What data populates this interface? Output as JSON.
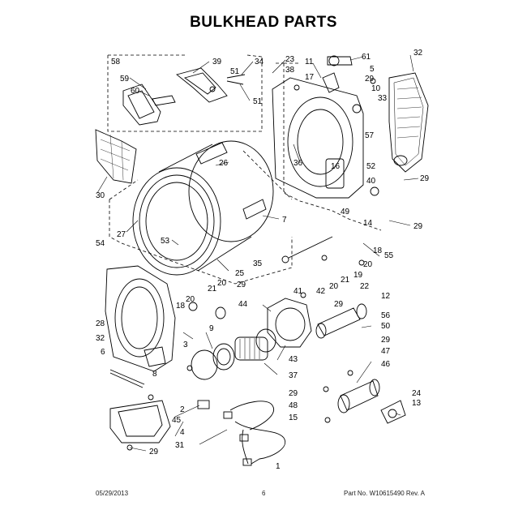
{
  "page": {
    "title": "BULKHEAD PARTS",
    "date": "05/29/2013",
    "page_number": "6",
    "part_no": "Part No. W10615490  Rev. A"
  },
  "callouts": [
    {
      "id": "c58",
      "label": "58"
    },
    {
      "id": "c39",
      "label": "39"
    },
    {
      "id": "c34",
      "label": "34"
    },
    {
      "id": "c59",
      "label": "59"
    },
    {
      "id": "c51a",
      "label": "51"
    },
    {
      "id": "c60",
      "label": "60"
    },
    {
      "id": "c51b",
      "label": "51"
    },
    {
      "id": "c23",
      "label": "23"
    },
    {
      "id": "c38",
      "label": "38"
    },
    {
      "id": "c11",
      "label": "11"
    },
    {
      "id": "c61",
      "label": "61"
    },
    {
      "id": "c5",
      "label": "5"
    },
    {
      "id": "c32a",
      "label": "32"
    },
    {
      "id": "c17",
      "label": "17"
    },
    {
      "id": "c29a",
      "label": "29"
    },
    {
      "id": "c10",
      "label": "10"
    },
    {
      "id": "c33",
      "label": "33"
    },
    {
      "id": "c57",
      "label": "57"
    },
    {
      "id": "c26",
      "label": "26"
    },
    {
      "id": "c36",
      "label": "36"
    },
    {
      "id": "c16",
      "label": "16"
    },
    {
      "id": "c52",
      "label": "52"
    },
    {
      "id": "c29b",
      "label": "29"
    },
    {
      "id": "c40",
      "label": "40"
    },
    {
      "id": "c30",
      "label": "30"
    },
    {
      "id": "c7",
      "label": "7"
    },
    {
      "id": "c49",
      "label": "49"
    },
    {
      "id": "c14",
      "label": "14"
    },
    {
      "id": "c29c",
      "label": "29"
    },
    {
      "id": "c27",
      "label": "27"
    },
    {
      "id": "c54",
      "label": "54"
    },
    {
      "id": "c53",
      "label": "53"
    },
    {
      "id": "c55",
      "label": "55"
    },
    {
      "id": "c18a",
      "label": "18"
    },
    {
      "id": "c20a",
      "label": "20"
    },
    {
      "id": "c35",
      "label": "35"
    },
    {
      "id": "c19",
      "label": "19"
    },
    {
      "id": "c25",
      "label": "25"
    },
    {
      "id": "c21a",
      "label": "21"
    },
    {
      "id": "c20b",
      "label": "20"
    },
    {
      "id": "c29d",
      "label": "29"
    },
    {
      "id": "c41",
      "label": "41"
    },
    {
      "id": "c42",
      "label": "42"
    },
    {
      "id": "c22",
      "label": "22"
    },
    {
      "id": "c21b",
      "label": "21"
    },
    {
      "id": "c20c",
      "label": "20"
    },
    {
      "id": "c12",
      "label": "12"
    },
    {
      "id": "c18b",
      "label": "18"
    },
    {
      "id": "c20d",
      "label": "20"
    },
    {
      "id": "c44",
      "label": "44"
    },
    {
      "id": "c29e",
      "label": "29"
    },
    {
      "id": "c56",
      "label": "56"
    },
    {
      "id": "c28",
      "label": "28"
    },
    {
      "id": "c9",
      "label": "9"
    },
    {
      "id": "c50",
      "label": "50"
    },
    {
      "id": "c32b",
      "label": "32"
    },
    {
      "id": "c3",
      "label": "3"
    },
    {
      "id": "c29f",
      "label": "29"
    },
    {
      "id": "c6",
      "label": "6"
    },
    {
      "id": "c43",
      "label": "43"
    },
    {
      "id": "c47",
      "label": "47"
    },
    {
      "id": "c8",
      "label": "8"
    },
    {
      "id": "c46",
      "label": "46"
    },
    {
      "id": "c37",
      "label": "37"
    },
    {
      "id": "c29g",
      "label": "29"
    },
    {
      "id": "c24",
      "label": "24"
    },
    {
      "id": "c13",
      "label": "13"
    },
    {
      "id": "c48",
      "label": "48"
    },
    {
      "id": "c2",
      "label": "2"
    },
    {
      "id": "c45",
      "label": "45"
    },
    {
      "id": "c15",
      "label": "15"
    },
    {
      "id": "c4",
      "label": "4"
    },
    {
      "id": "c31",
      "label": "31"
    },
    {
      "id": "c29h",
      "label": "29"
    },
    {
      "id": "c1",
      "label": "1"
    }
  ]
}
